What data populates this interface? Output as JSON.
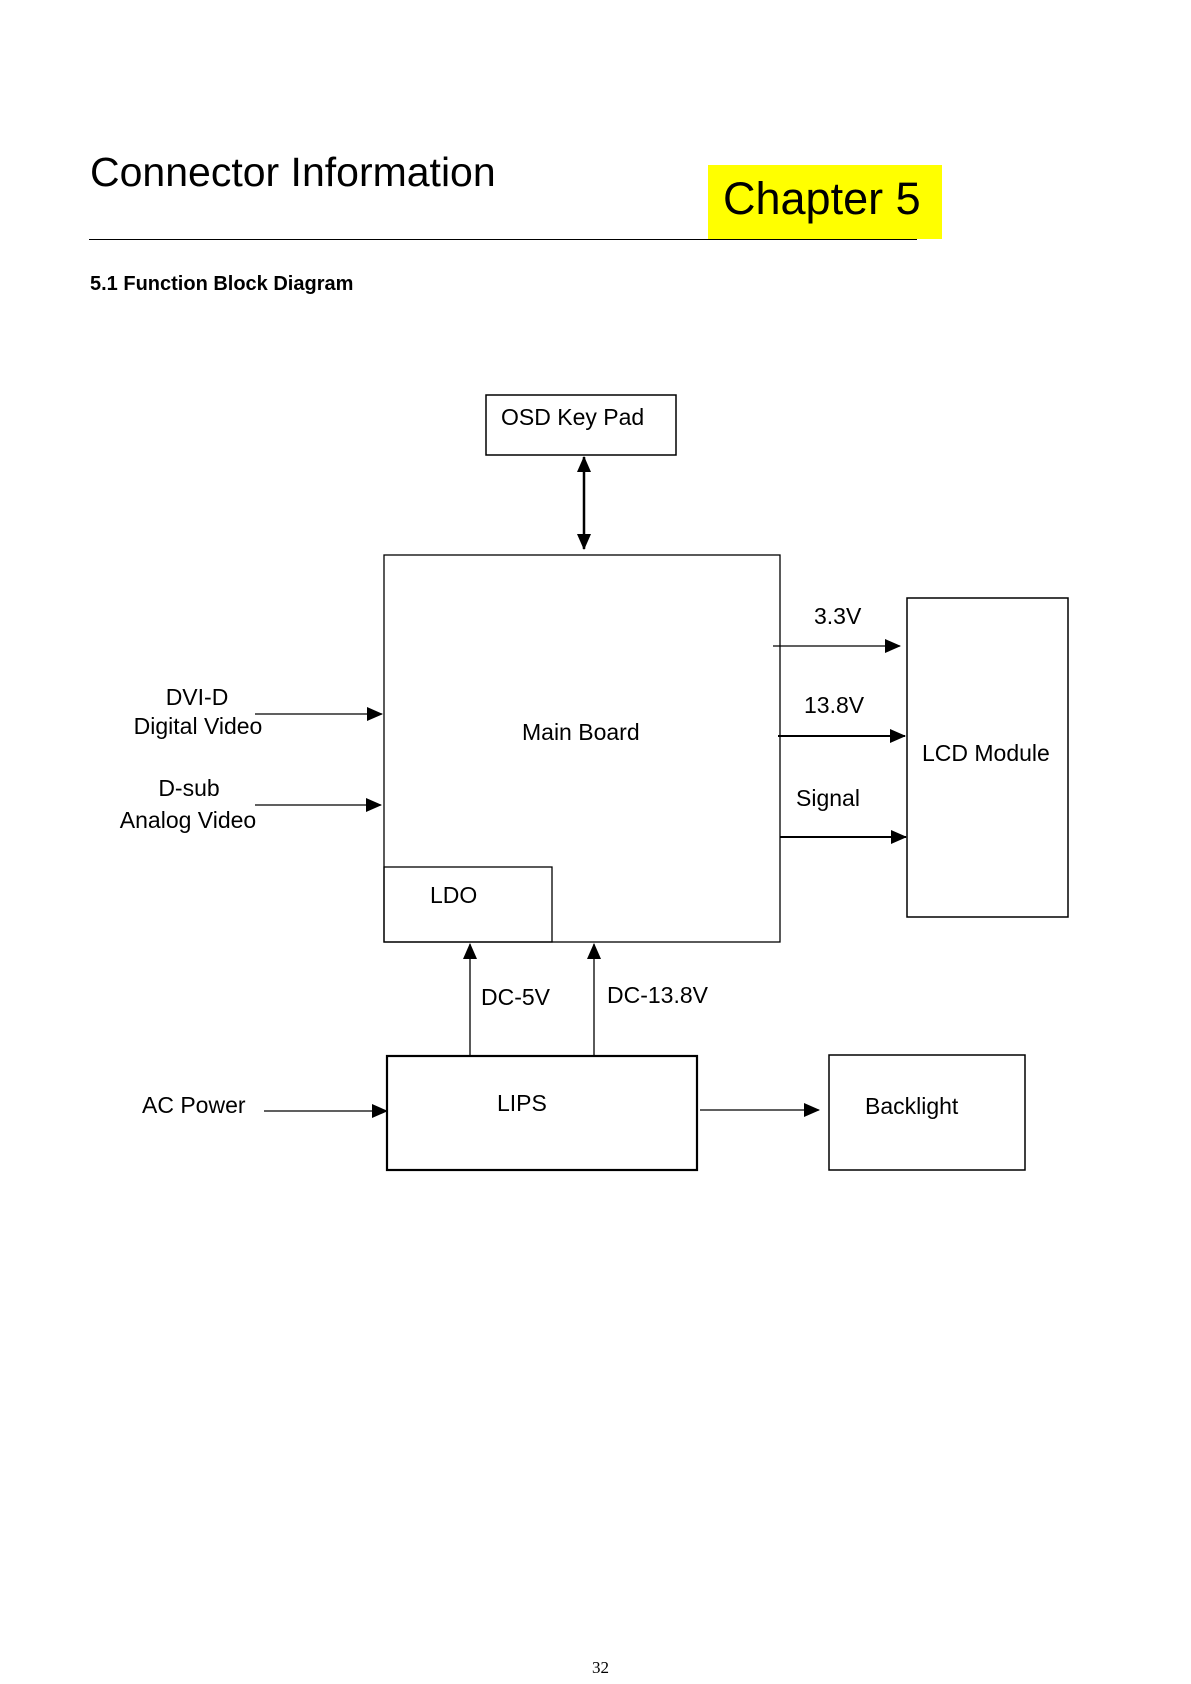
{
  "header": {
    "title": "Connector Information",
    "chapter_badge": "Chapter 5",
    "chapter_badge_color": "#ffff00"
  },
  "section": {
    "heading": "5.1 Function Block Diagram"
  },
  "diagram": {
    "blocks": {
      "osd_keypad": "OSD Key Pad",
      "main_board": "Main Board",
      "ldo": "LDO",
      "lcd_module": "LCD Module",
      "lips": "LIPS",
      "backlight": "Backlight"
    },
    "inputs": {
      "dvi_line1": "DVI-D",
      "dvi_line2": "Digital Video",
      "dsub_line1": "D-sub",
      "dsub_line2": "Analog Video",
      "ac_power": "AC Power"
    },
    "edge_labels": {
      "v33": "3.3V",
      "v138": "13.8V",
      "signal": "Signal",
      "dc5v": "DC-5V",
      "dc138v": "DC-13.8V"
    },
    "connections": [
      {
        "from": "OSD Key Pad",
        "to": "Main Board",
        "direction": "bidirectional"
      },
      {
        "from": "DVI-D Digital Video",
        "to": "Main Board"
      },
      {
        "from": "D-sub Analog Video",
        "to": "Main Board"
      },
      {
        "from": "Main Board",
        "to": "LCD Module",
        "label": "3.3V"
      },
      {
        "from": "Main Board",
        "to": "LCD Module",
        "label": "13.8V"
      },
      {
        "from": "Main Board",
        "to": "LCD Module",
        "label": "Signal"
      },
      {
        "from": "LIPS",
        "to": "LDO",
        "label": "DC-5V"
      },
      {
        "from": "LIPS",
        "to": "Main Board",
        "label": "DC-13.8V"
      },
      {
        "from": "AC Power",
        "to": "LIPS"
      },
      {
        "from": "LIPS",
        "to": "Backlight"
      }
    ]
  },
  "footer": {
    "page_number": "32"
  }
}
